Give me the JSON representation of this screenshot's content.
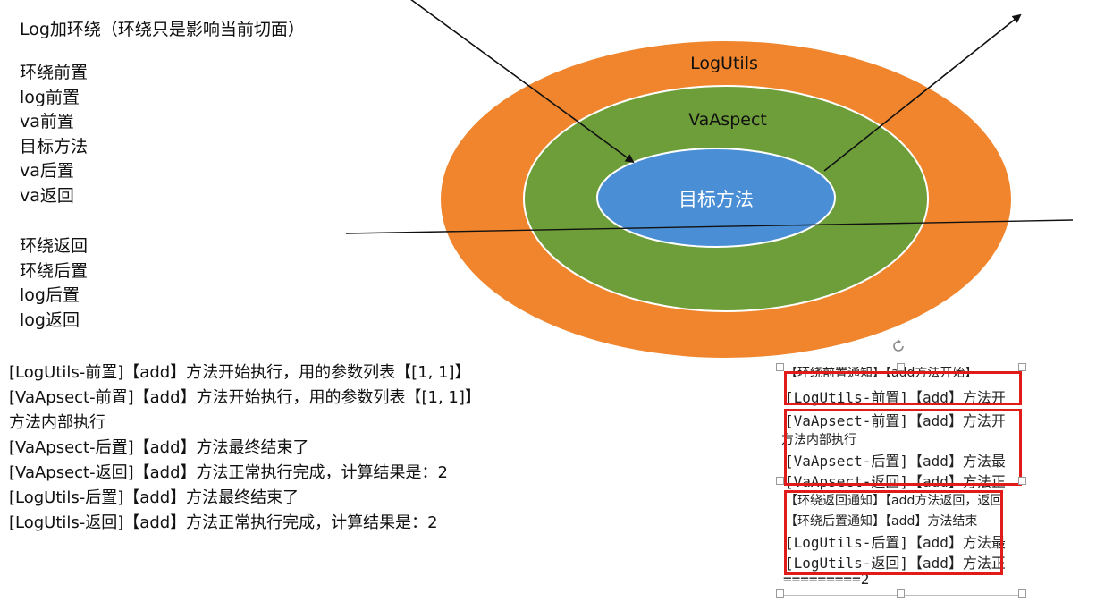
{
  "title": "Log加环绕（环绕只是影响当前切面）",
  "order_before": [
    "环绕前置",
    "log前置",
    "va前置",
    "目标方法",
    "va后置",
    "va返回"
  ],
  "order_after": [
    "环绕返回",
    "环绕后置",
    "log后置",
    "log返回"
  ],
  "diagram": {
    "outer_label": "LogUtils",
    "middle_label": "VaAspect",
    "inner_label": "目标方法",
    "colors": {
      "outer": "#f0852d",
      "middle": "#6e9e3a",
      "inner": "#4a8fd6"
    }
  },
  "console_lines": [
    "[LogUtils-前置]【add】方法开始执行，用的参数列表【[1, 1]】",
    "[VaApsect-前置]【add】方法开始执行，用的参数列表【[1, 1]】",
    "方法内部执行",
    "[VaApsect-后置]【add】方法最终结束了",
    "[VaApsect-返回]【add】方法正常执行完成，计算结果是：2",
    "[LogUtils-后置]【add】方法最终结束了",
    "[LogUtils-返回]【add】方法正常执行完成，计算结果是：2"
  ],
  "screenshot_lines": [
    "【环绕前置通知】【add方法开始】",
    "[LogUtils-前置]【add】方法开",
    "[VaApsect-前置]【add】方法开",
    "方法内部执行",
    "[VaApsect-后置]【add】方法最",
    "[VaApsect-返回]【add】方法正",
    "【环绕返回通知】【add方法返回，返回",
    "【环绕后置通知】【add】方法结束",
    "[LogUtils-后置]【add】方法最",
    "[LogUtils-返回]【add】方法正",
    "=========2"
  ]
}
